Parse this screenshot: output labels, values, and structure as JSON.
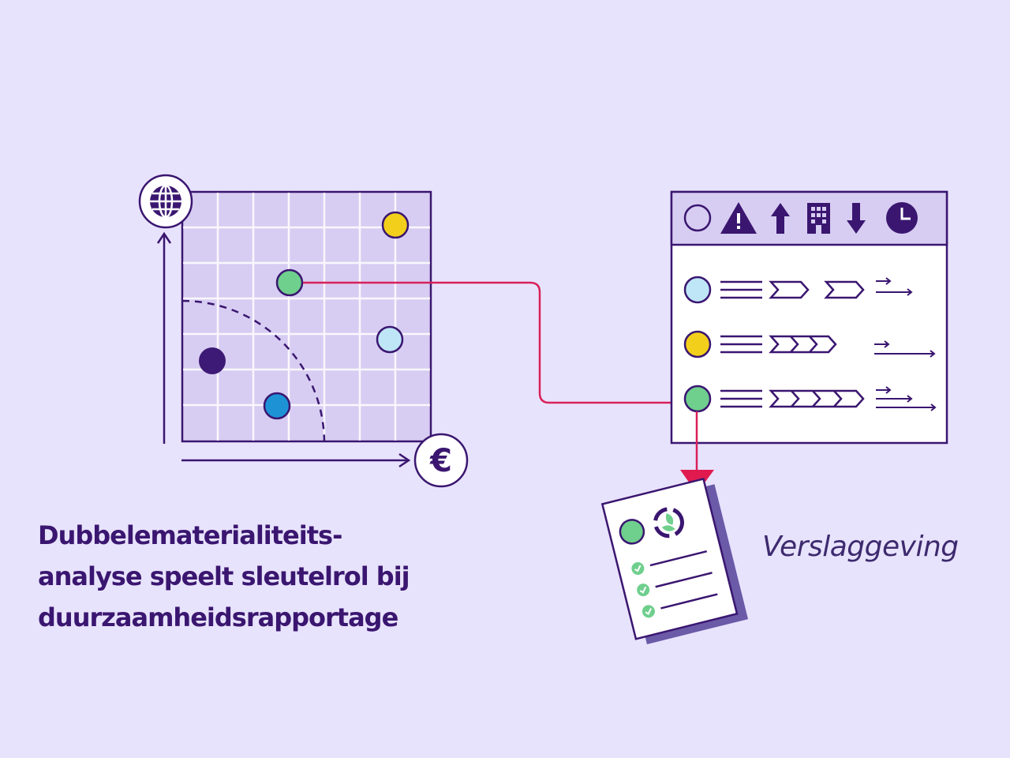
{
  "headline": {
    "line1": "Dubbelematerialiteits-",
    "line2": "analyse speelt sleutelrol bij",
    "line3": "duurzaamheidsrapportage"
  },
  "report_label": "Verslaggeving",
  "matrix": {
    "y_axis_icon": "globe-icon",
    "x_axis_icon": "euro-icon",
    "x_axis_symbol": "€",
    "points": [
      {
        "color": "#f2cf1b"
      },
      {
        "color": "#6fcf8d"
      },
      {
        "color": "#bfe6f7"
      },
      {
        "color": "#3d1a75"
      },
      {
        "color": "#1d93d6"
      }
    ]
  },
  "table": {
    "header_icons": [
      "circle-outline-icon",
      "warning-icon",
      "arrow-up-icon",
      "building-icon",
      "arrow-down-icon",
      "clock-icon"
    ],
    "rows": [
      {
        "color": "#bfe6f7",
        "chevrons": 2
      },
      {
        "color": "#f2cf1b",
        "chevrons": 3
      },
      {
        "color": "#6fcf8d",
        "chevrons": 4
      }
    ]
  },
  "document": {
    "icons": [
      "green-circle-icon",
      "recycle-leaf-icon"
    ],
    "checklist_items": 3
  },
  "colors": {
    "background": "#e8e3fc",
    "ink": "#3a1670",
    "connector": "#d9205a",
    "panel": "#d7cdf2",
    "green": "#6fcf8d"
  }
}
